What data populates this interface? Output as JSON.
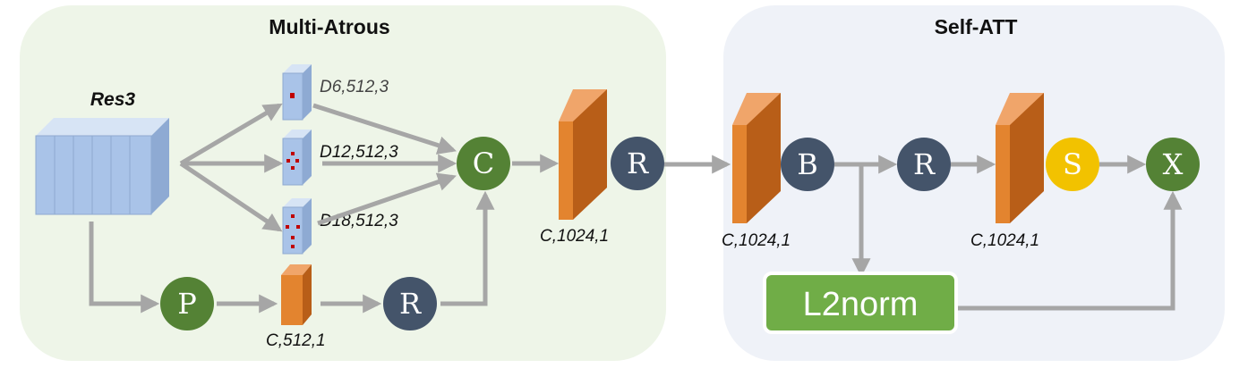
{
  "panels": {
    "multi_atrous": {
      "title": "Multi-Atrous"
    },
    "self_att": {
      "title": "Self-ATT"
    }
  },
  "input": {
    "label": "Res3"
  },
  "atrous_branches": [
    {
      "label": "D6,512,3"
    },
    {
      "label": "D12,512,3"
    },
    {
      "label": "D18,512,3"
    }
  ],
  "pool_conv": {
    "label": "C,512,1"
  },
  "conv_blocks": [
    {
      "label": "C,1024,1"
    },
    {
      "label": "C,1024,1"
    },
    {
      "label": "C,1024,1"
    }
  ],
  "ops": {
    "pool": "P",
    "relu_pool": "R",
    "concat": "C",
    "relu_main": "R",
    "bn": "B",
    "relu_att": "R",
    "softmax": "S",
    "multiply": "X",
    "l2norm": "L2norm"
  },
  "colors": {
    "multi_atrous_bg": "#eef5e8",
    "self_att_bg": "#eff2f8",
    "green_op": "#548235",
    "navy_op": "#44546a",
    "yellow_op": "#f2c200",
    "conv_orange": "#c0661c",
    "feature_blue": "#a9c3e8",
    "l2norm_green": "#70ad47",
    "arrow_gray": "#a6a6a6"
  }
}
